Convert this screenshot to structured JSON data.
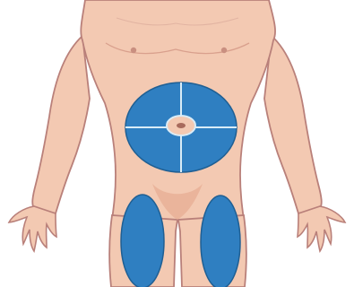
{
  "colors": {
    "background": "#ffffff",
    "skin": "#f3c9b2",
    "skin_shadow": "#e6ab92",
    "outline": "#b9807a",
    "zone_fill": "#2f7fc1",
    "zone_light": "#4d98d3",
    "zone_divider": "#d9ecf7",
    "nipple": "#c98f80"
  },
  "figure": {
    "subject": "male-torso-front-view"
  },
  "injection_zones": [
    {
      "id": "abdomen-upper-left",
      "region": "abdomen"
    },
    {
      "id": "abdomen-upper-right",
      "region": "abdomen"
    },
    {
      "id": "abdomen-lower-left",
      "region": "abdomen"
    },
    {
      "id": "abdomen-lower-right",
      "region": "abdomen"
    },
    {
      "id": "thigh-left",
      "region": "thigh"
    },
    {
      "id": "thigh-right",
      "region": "thigh"
    }
  ]
}
